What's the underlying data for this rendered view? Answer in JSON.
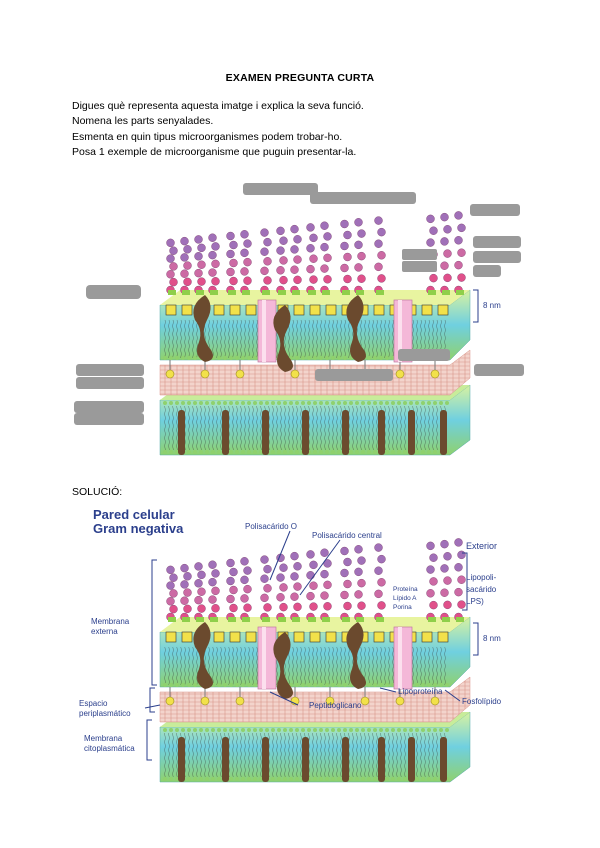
{
  "title": "EXAMEN PREGUNTA CURTA",
  "questions": [
    "Digues què representa aquesta imatge i explica la seva funció.",
    "Nomena les parts senyalades.",
    "Esmenta en quin tipus microorganismes podem trobar-ho.",
    "Posa 1 exemple de microorganisme que puguin presentar-la."
  ],
  "solution_heading": "SOLUCIÓ:",
  "top_figure": {
    "thickness_label": "8 nm"
  },
  "solution_figure": {
    "heading_line1": "Pared celular",
    "heading_line2": "Gram negativa",
    "labels": {
      "o_polysaccharide": "Polisacárido O",
      "core_polysaccharide": "Polisacárido central",
      "exterior": "Exterior",
      "lps_1": "Lipopoli-",
      "lps_2": "sacárido",
      "lps_3": "LPS)",
      "protein": "Proteína",
      "lipid_a": "Lípido A",
      "porin": "Porina",
      "thickness": "8 nm",
      "outer_membrane_1": "Membrana",
      "outer_membrane_2": "externa",
      "periplasmic_1": "Espacio",
      "periplasmic_2": "periplasmático",
      "lipoprotein": "Lipoproteína",
      "peptidoglycan": "Peptidoglicano",
      "phospholipid": "Fosfolípido",
      "cyto_membrane_1": "Membrana",
      "cyto_membrane_2": "citoplasmática"
    }
  },
  "colors": {
    "label_blue": "#2b3f8c",
    "membrane_green": "#8fd16e",
    "membrane_cyan": "#6fd0e0",
    "peptidoglycan_pink": "#f0c8c0",
    "lps_pink": "#e0508a",
    "lps_purple": "#a070b8",
    "protein_brown": "#6b4a2e",
    "redaction_gray": "#9a9a9a"
  }
}
